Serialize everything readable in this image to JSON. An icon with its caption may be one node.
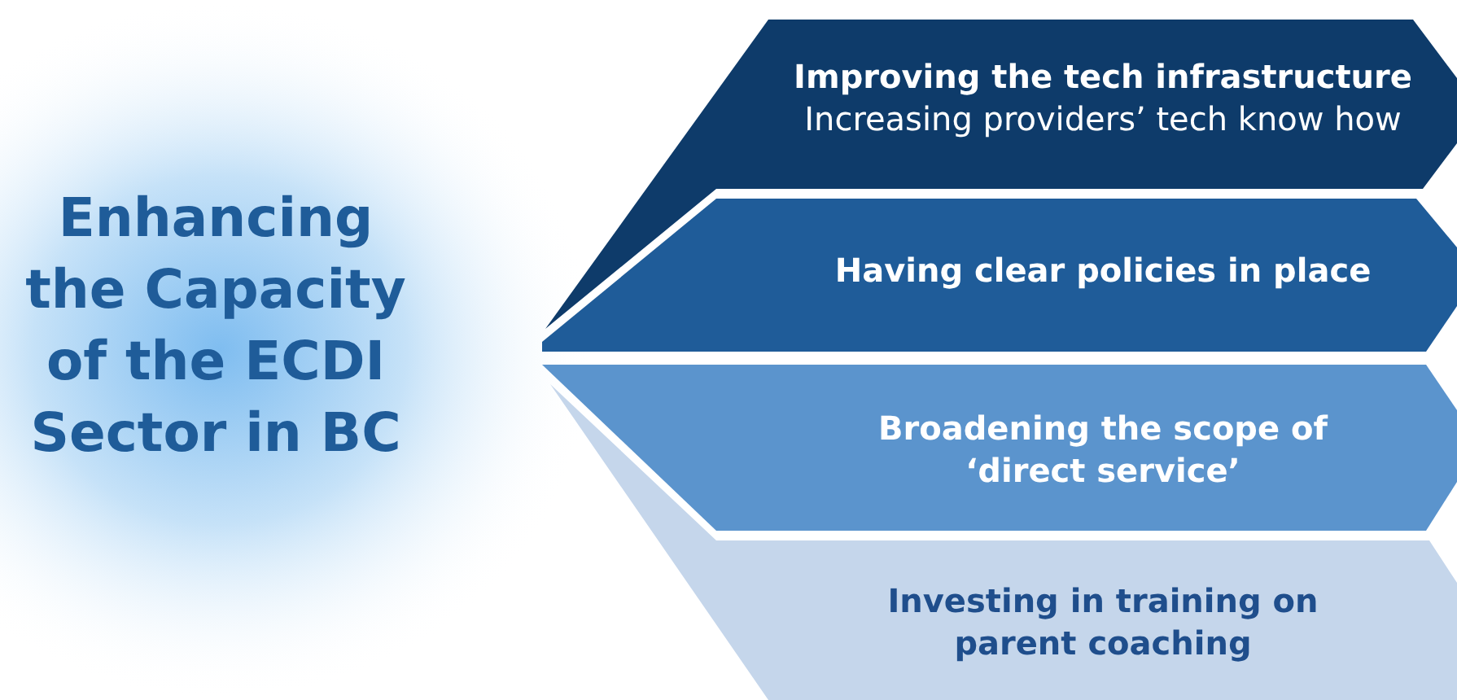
{
  "diagram": {
    "title": "Enhancing the Capacity of the ECDI Sector in BC",
    "nodes": [
      {
        "text": [
          "Improving the tech infrastructure",
          "Increasing providers’ tech know how"
        ]
      },
      {
        "text": [
          "Having clear policies in place"
        ]
      },
      {
        "text": [
          "Broadening the scope of ‘direct service’"
        ]
      },
      {
        "text": [
          "Investing in training on parent coaching"
        ]
      }
    ]
  }
}
